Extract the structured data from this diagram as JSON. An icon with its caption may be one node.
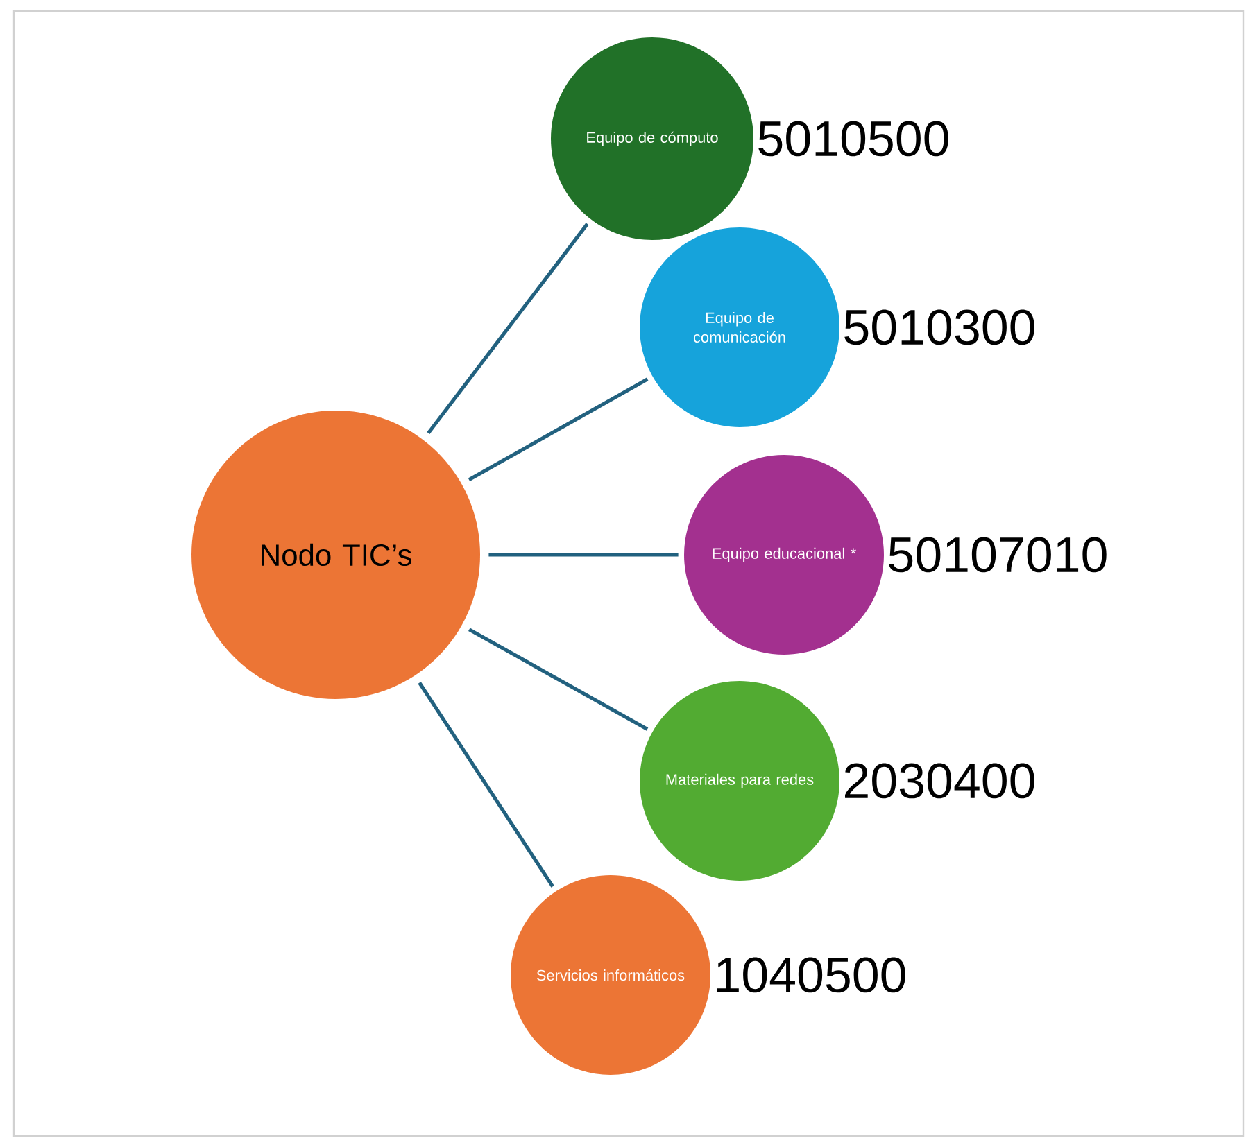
{
  "diagram": {
    "nodes": [
      {
        "text": [
          "Nodo TIC’s"
        ]
      },
      {
        "text": [
          "Equipo de cómputo"
        ],
        "beside": [
          "5010500"
        ]
      },
      {
        "text": [
          "Equipo de comunicación"
        ],
        "beside": [
          "5010300"
        ]
      },
      {
        "text": [
          "Equipo educacional *"
        ],
        "beside": [
          "50107010"
        ]
      },
      {
        "text": [
          "Materiales para redes"
        ],
        "beside": [
          "2030400"
        ]
      },
      {
        "text": [
          "Servicios informáticos"
        ],
        "beside": [
          "1040500"
        ]
      }
    ],
    "edges": [
      {
        "from": 0,
        "to": 1,
        "arrow": "none"
      },
      {
        "from": 0,
        "to": 2,
        "arrow": "none"
      },
      {
        "from": 0,
        "to": 3,
        "arrow": "none"
      },
      {
        "from": 0,
        "to": 4,
        "arrow": "none"
      },
      {
        "from": 0,
        "to": 5,
        "arrow": "none"
      }
    ]
  }
}
